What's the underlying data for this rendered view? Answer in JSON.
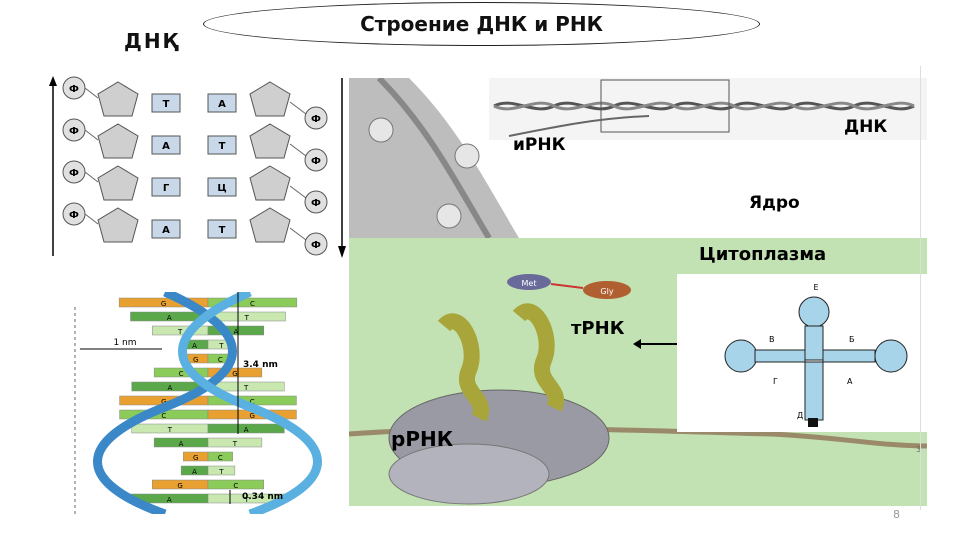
{
  "slide": {
    "title": "Строение ДНК и РНК",
    "dnk_label": "ДНҚ",
    "page_number": "8"
  },
  "ladder": {
    "phosphate": "Ф",
    "left_bases": [
      "Т",
      "А",
      "Г",
      "А"
    ],
    "right_bases": [
      "А",
      "Т",
      "Ц",
      "Т"
    ]
  },
  "helix": {
    "scale_top": "3.4 nm",
    "scale_width": "1 nm",
    "scale_bottom": "0.34 nm",
    "bases": [
      "G",
      "C",
      "A",
      "T",
      "T",
      "A",
      "A",
      "T",
      "G",
      "C",
      "C",
      "G",
      "A",
      "T",
      "G",
      "C",
      "C",
      "G",
      "T",
      "A",
      "A",
      "T",
      "G",
      "C",
      "A",
      "T",
      "G",
      "C",
      "A",
      "T"
    ]
  },
  "diagram": {
    "irna": "иРНК",
    "dnk": "ДНК",
    "nucleus": "Ядро",
    "cytoplasm": "Цитоплазма",
    "trna": "тРНК",
    "rrna": "рРНК",
    "met": "Met",
    "gly": "Gly",
    "number": "3"
  },
  "trna_schema": {
    "letters": [
      "Е",
      "В",
      "Б",
      "Г",
      "А",
      "Д"
    ]
  },
  "colors": {
    "irna": "#d21e1e",
    "dnk": "#1f9a2a",
    "nucleus": "#1d3fa8",
    "cytoplasm_bg": "#bfe0b0",
    "trna_schema": "#a8d4ea"
  }
}
